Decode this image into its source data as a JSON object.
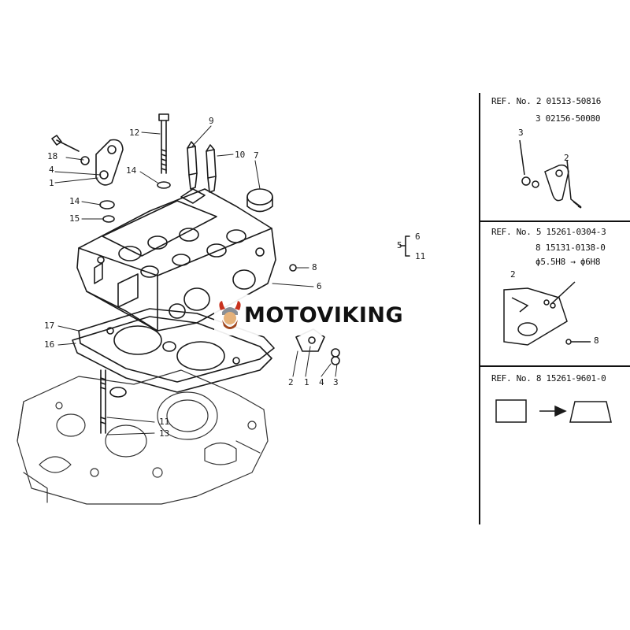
{
  "watermark": {
    "text": "MOTOVIKING",
    "logo_icon": "viking-head-icon"
  },
  "callouts": {
    "c18": "18",
    "c4": "4",
    "c1a": "1",
    "c12": "12",
    "c9": "9",
    "c10": "10",
    "c7": "7",
    "c14a": "14",
    "c14b": "14",
    "c15": "15",
    "c5": "5",
    "c6": "6",
    "c11a": "11",
    "c8": "8",
    "c6b": "6",
    "c17": "17",
    "c16": "16",
    "c2": "2",
    "c1b": "1",
    "c4b": "4",
    "c3": "3",
    "c11b": "11",
    "c13": "13"
  },
  "refs": {
    "sec1": {
      "line1": "REF. No. 2  01513-50816",
      "line2": "3  02156-50080",
      "label3": "3",
      "label2": "2"
    },
    "sec2": {
      "line1": "REF. No. 5  15261-0304-3",
      "line2": "8  15131-0138-0",
      "line3": "ϕ5.5H8 → ϕ6H8",
      "label2": "2",
      "label8": "8"
    },
    "sec3": {
      "line1": "REF. No. 8  15261-9601-0"
    }
  },
  "colors": {
    "ink": "#111111",
    "paper": "#ffffff",
    "brand_accent": "#c8321e"
  }
}
